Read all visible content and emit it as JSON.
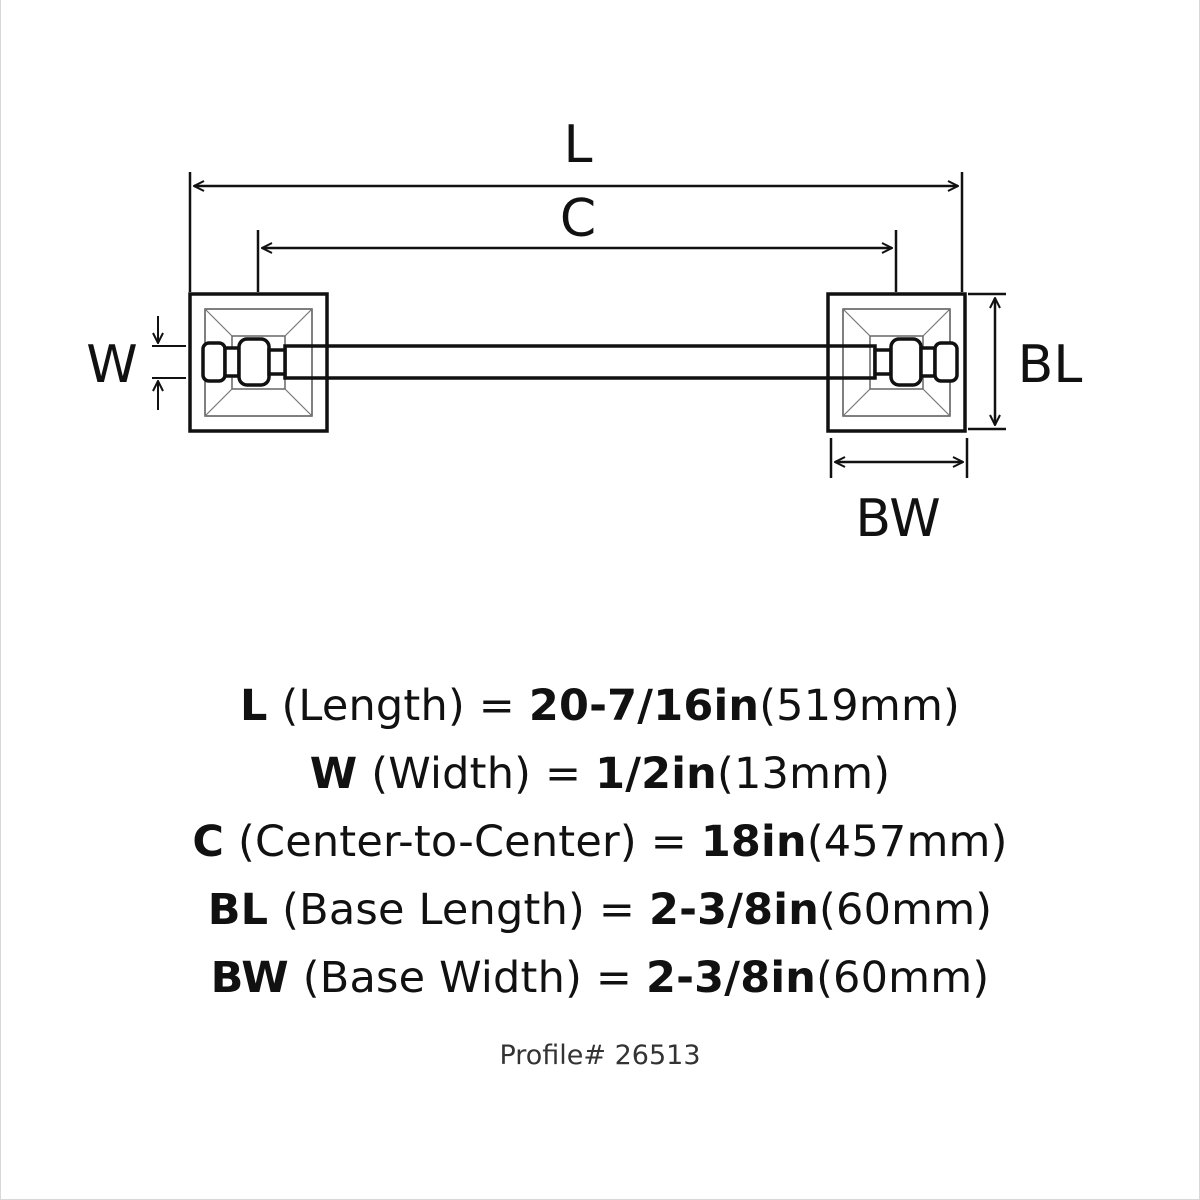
{
  "diagram": {
    "labels": {
      "L": "L",
      "C": "C",
      "W": "W",
      "BL": "BL",
      "BW": "BW"
    }
  },
  "specs": [
    {
      "key": "L",
      "desc": " (Length) = ",
      "imperial": "20-7/16in",
      "metric": "(519mm)"
    },
    {
      "key": "W",
      "desc": " (Width) = ",
      "imperial": "1/2in",
      "metric": "(13mm)"
    },
    {
      "key": "C",
      "desc": " (Center-to-Center) = ",
      "imperial": "18in",
      "metric": "(457mm)"
    },
    {
      "key": "BL",
      "desc": " (Base Length) = ",
      "imperial": "2-3/8in",
      "metric": "(60mm)"
    },
    {
      "key": "BW",
      "desc": " (Base Width) = ",
      "imperial": "2-3/8in",
      "metric": "(60mm)"
    }
  ],
  "profile": "Profile# 26513"
}
